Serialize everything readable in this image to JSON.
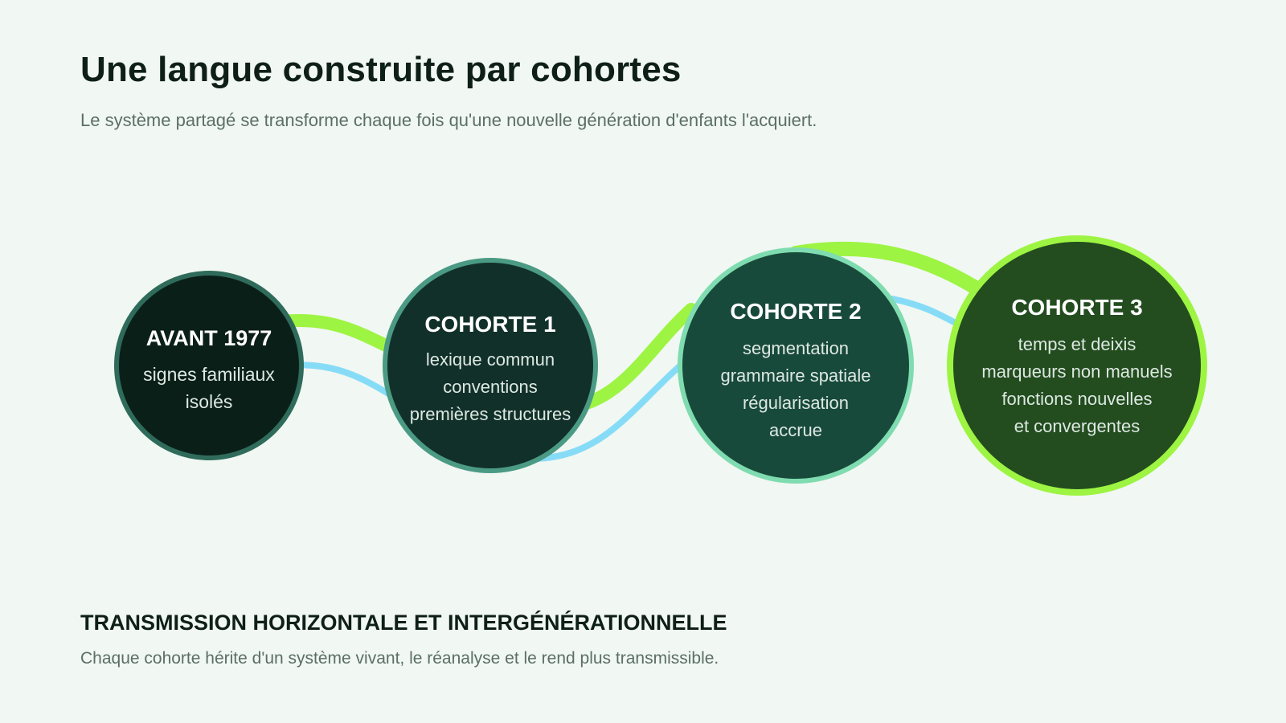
{
  "header": {
    "title": "Une langue construite par cohortes",
    "subtitle": "Le système partagé se transforme chaque fois qu'une nouvelle génération d'enfants l'acquiert."
  },
  "nodes": [
    {
      "title": "AVANT 1977",
      "lines": [
        "signes familiaux",
        "isolés"
      ],
      "fill": "#0b1f19",
      "stroke": "#2f6b5a"
    },
    {
      "title": "COHORTE 1",
      "lines": [
        "lexique commun",
        "conventions",
        "premières structures"
      ],
      "fill": "#12302a",
      "stroke": "#4b9a84"
    },
    {
      "title": "COHORTE 2",
      "lines": [
        "segmentation",
        "grammaire spatiale",
        "régularisation",
        "accrue"
      ],
      "fill": "#184a3b",
      "stroke": "#7fdcb0"
    },
    {
      "title": "COHORTE 3",
      "lines": [
        "temps et deixis",
        "marqueurs non manuels",
        "fonctions nouvelles",
        "et convergentes"
      ],
      "fill": "#234d1f",
      "stroke": "#9df442"
    }
  ],
  "colors": {
    "green_flow": "#9df442",
    "blue_flow": "#86dcf7"
  },
  "footer": {
    "heading": "TRANSMISSION HORIZONTALE ET INTERGÉNÉRATIONNELLE",
    "text": "Chaque cohorte hérite d'un système vivant, le réanalyse et le rend plus transmissible."
  }
}
